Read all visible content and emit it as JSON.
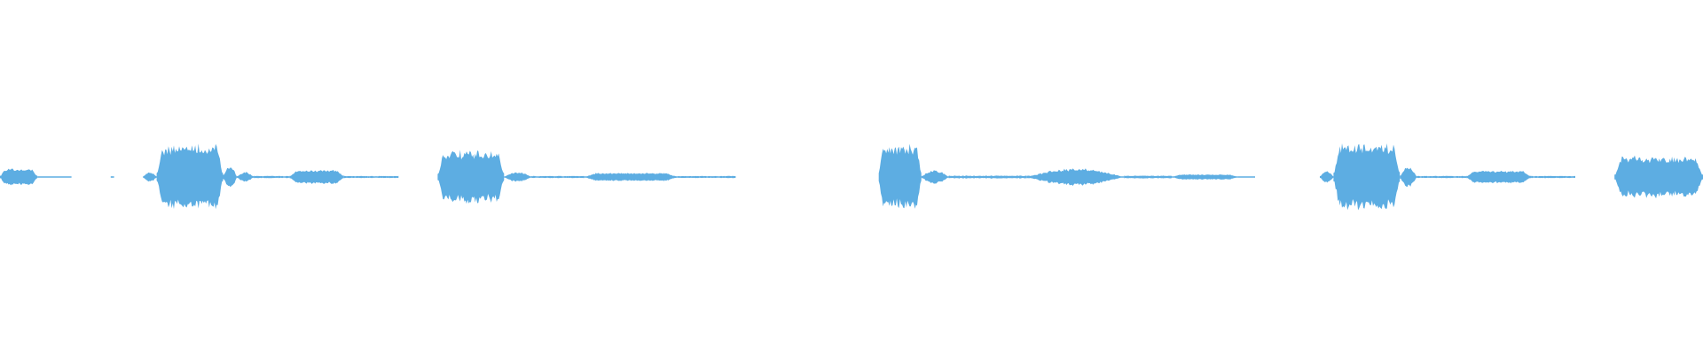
{
  "waveform": {
    "color": "#5dade2",
    "background": "#ffffff",
    "amplitude_max": 1.0,
    "duration": 1.0,
    "segments": [
      {
        "start": 0.0,
        "end": 0.022,
        "amp": 0.22,
        "kind": "block"
      },
      {
        "start": 0.022,
        "end": 0.042,
        "amp": 0.02,
        "kind": "thin"
      },
      {
        "start": 0.065,
        "end": 0.067,
        "amp": 0.02,
        "kind": "thin"
      },
      {
        "start": 0.084,
        "end": 0.092,
        "amp": 0.15,
        "kind": "swell"
      },
      {
        "start": 0.092,
        "end": 0.131,
        "amp": 0.88,
        "kind": "burst"
      },
      {
        "start": 0.131,
        "end": 0.139,
        "amp": 0.35,
        "kind": "swell"
      },
      {
        "start": 0.139,
        "end": 0.149,
        "amp": 0.14,
        "kind": "swell"
      },
      {
        "start": 0.149,
        "end": 0.17,
        "amp": 0.03,
        "kind": "thin"
      },
      {
        "start": 0.17,
        "end": 0.202,
        "amp": 0.19,
        "kind": "block"
      },
      {
        "start": 0.202,
        "end": 0.234,
        "amp": 0.03,
        "kind": "thin"
      },
      {
        "start": 0.257,
        "end": 0.296,
        "amp": 0.7,
        "kind": "burst"
      },
      {
        "start": 0.296,
        "end": 0.312,
        "amp": 0.14,
        "kind": "swell"
      },
      {
        "start": 0.312,
        "end": 0.343,
        "amp": 0.03,
        "kind": "thin"
      },
      {
        "start": 0.343,
        "end": 0.398,
        "amp": 0.11,
        "kind": "block"
      },
      {
        "start": 0.398,
        "end": 0.432,
        "amp": 0.03,
        "kind": "thin"
      },
      {
        "start": 0.516,
        "end": 0.541,
        "amp": 0.86,
        "kind": "burst"
      },
      {
        "start": 0.541,
        "end": 0.557,
        "amp": 0.2,
        "kind": "swell"
      },
      {
        "start": 0.557,
        "end": 0.603,
        "amp": 0.04,
        "kind": "thin"
      },
      {
        "start": 0.603,
        "end": 0.66,
        "amp": 0.24,
        "kind": "swell"
      },
      {
        "start": 0.66,
        "end": 0.688,
        "amp": 0.04,
        "kind": "thin"
      },
      {
        "start": 0.688,
        "end": 0.727,
        "amp": 0.07,
        "kind": "block"
      },
      {
        "start": 0.727,
        "end": 0.737,
        "amp": 0.02,
        "kind": "thin"
      },
      {
        "start": 0.775,
        "end": 0.783,
        "amp": 0.18,
        "kind": "swell"
      },
      {
        "start": 0.783,
        "end": 0.822,
        "amp": 0.88,
        "kind": "burst"
      },
      {
        "start": 0.822,
        "end": 0.832,
        "amp": 0.3,
        "kind": "swell"
      },
      {
        "start": 0.832,
        "end": 0.861,
        "amp": 0.03,
        "kind": "thin"
      },
      {
        "start": 0.861,
        "end": 0.899,
        "amp": 0.17,
        "kind": "block"
      },
      {
        "start": 0.899,
        "end": 0.925,
        "amp": 0.03,
        "kind": "thin"
      },
      {
        "start": 0.948,
        "end": 1.0,
        "amp": 0.56,
        "kind": "burst"
      }
    ]
  }
}
